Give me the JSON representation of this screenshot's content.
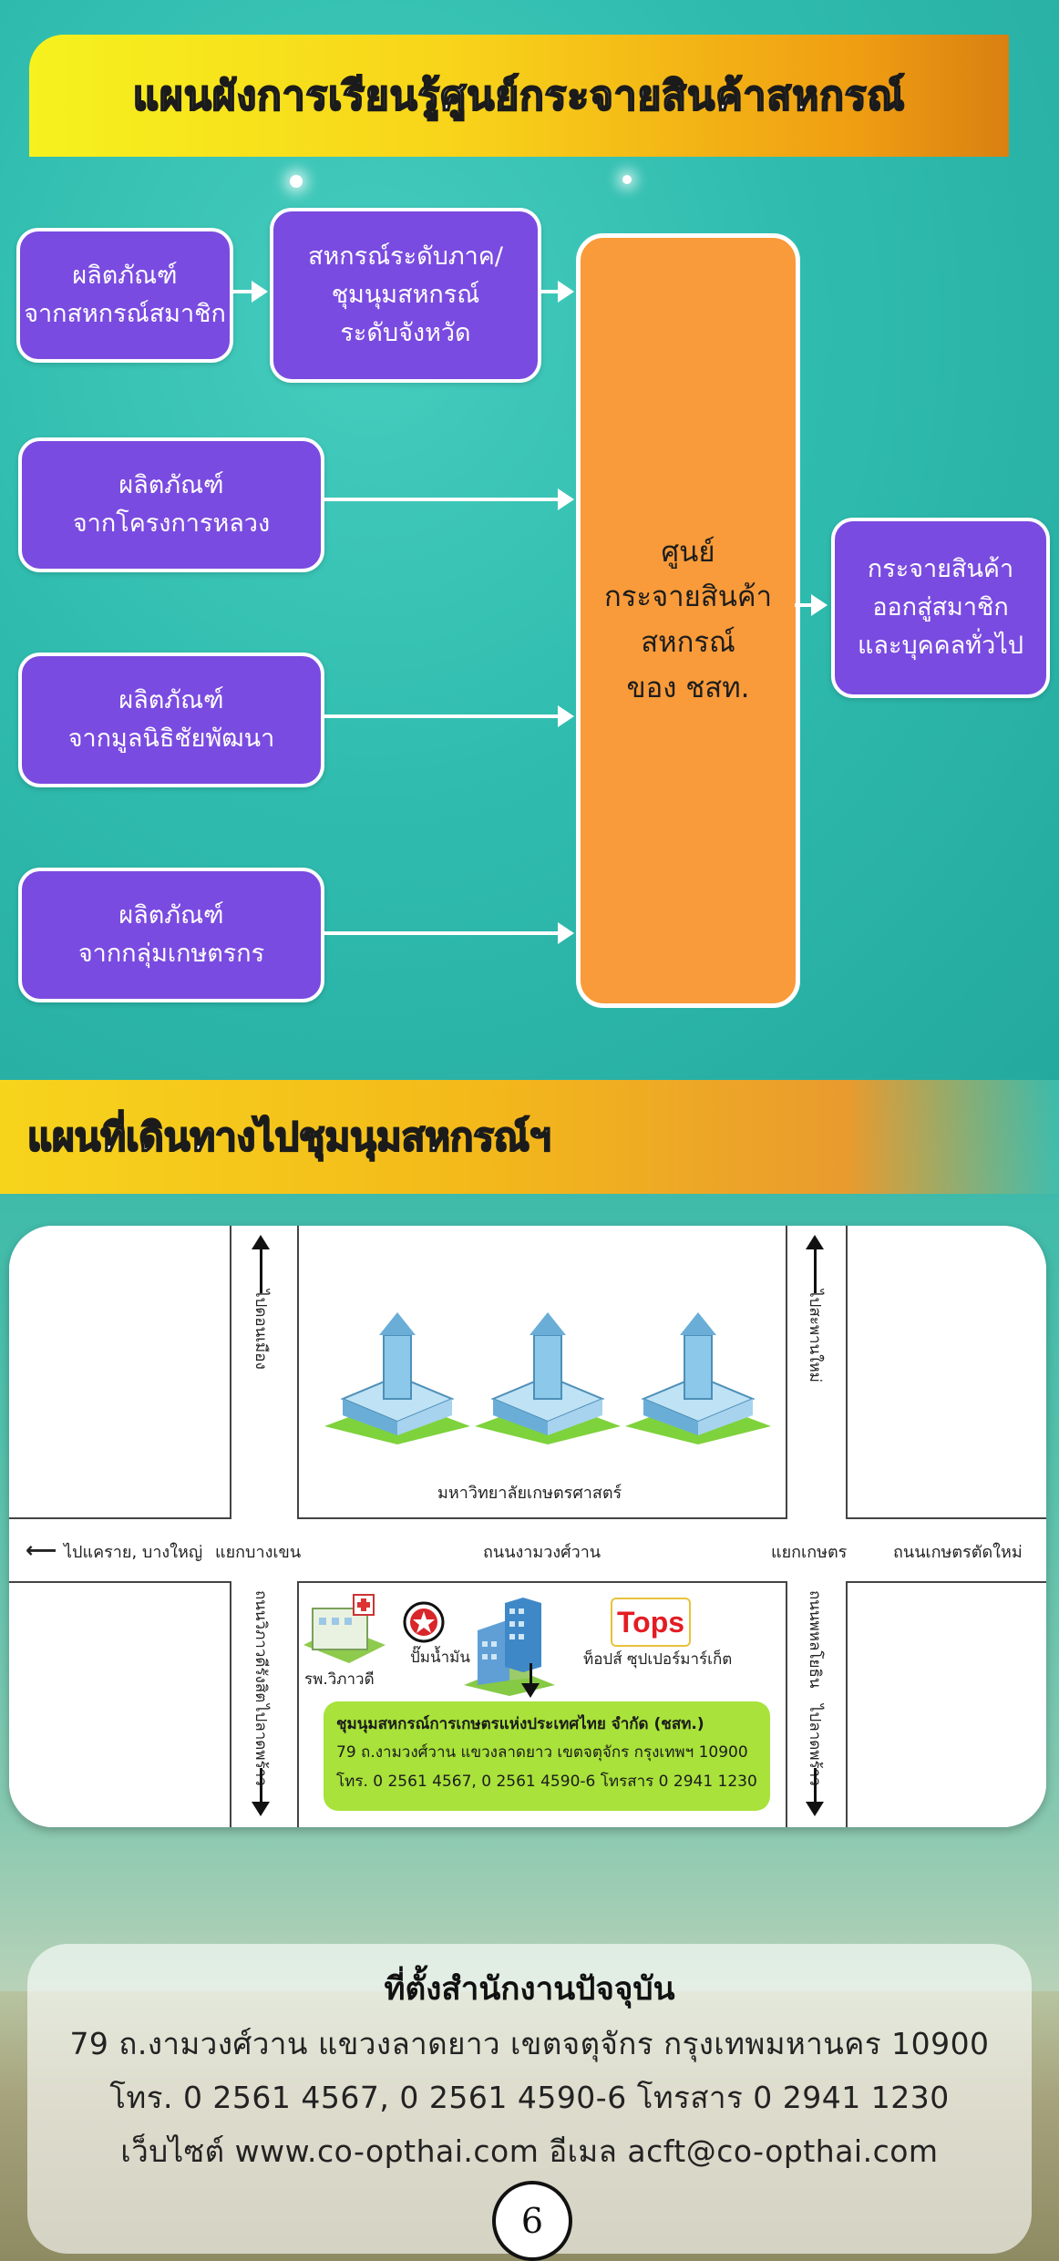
{
  "flow": {
    "title": "แผนผังการเรียนรู้ศูนย์กระจายสินค้าสหกรณ์",
    "sources": [
      {
        "line1": "ผลิตภัณฑ์",
        "line2": "จากสหกรณ์สมาชิก"
      },
      {
        "line1": "ผลิตภัณฑ์",
        "line2": "จากโครงการหลวง"
      },
      {
        "line1": "ผลิตภัณฑ์",
        "line2": "จากมูลนิธิชัยพัฒนา"
      },
      {
        "line1": "ผลิตภัณฑ์",
        "line2": "จากกลุ่มเกษตรกร"
      }
    ],
    "intermediate": {
      "line1": "สหกรณ์ระดับภาค/",
      "line2": "ชุมนุมสหกรณ์",
      "line3": "ระดับจังหวัด"
    },
    "center": {
      "line1": "ศูนย์",
      "line2": "กระจายสินค้า",
      "line3": "สหกรณ์",
      "line4": "ของ ชสท."
    },
    "output": {
      "line1": "กระจายสินค้า",
      "line2": "ออกสู่สมาชิก",
      "line3": "และบุคคลทั่วไป"
    }
  },
  "map": {
    "title": "แผนที่เดินทางไปชุมนุมสหกรณ์ฯ",
    "labels": {
      "to_don_mueang": "ไปดอนเมือง",
      "to_saphan_mai": "ไปสะพานใหม่",
      "university": "มหาวิทยาลัยเกษตรศาสตร์",
      "to_khlai": "ไปแคราย, บางใหญ่",
      "bang_khen_intersection": "แยกบางเขน",
      "ngam_wong_wan_road": "ถนนงามวงศ์วาน",
      "kaset_intersection": "แยกเกษตร",
      "kaset_new_road": "ถนนเกษตรตัดใหม่",
      "vibhavadi_road": "ถนนวิภาวดีรังสิต",
      "phahon_yothin_road": "ถนนพหลโยธิน",
      "to_lat_phrao_left": "ไปลาดพร้าว",
      "to_lat_phrao_right": "ไปลาดพร้าว",
      "hospital": "รพ.วิภาวดี",
      "gas_station": "ปั๊มน้ำมัน",
      "tops_logo": "Tops",
      "tops": "ท็อปส์ ซุปเปอร์มาร์เก็ต"
    },
    "destination": {
      "name": "ชุมนุมสหกรณ์การเกษตรแห่งประเทศไทย จำกัด (ชสท.)",
      "address": "79 ถ.งามวงศ์วาน แขวงลาดยาว เขตจตุจักร กรุงเทพฯ 10900",
      "phone": "โทร. 0 2561 4567, 0 2561 4590-6   โทรสาร 0 2941 1230"
    }
  },
  "footer": {
    "title": "ที่ตั้งสำนักงานปัจจุบัน",
    "address": "79 ถ.งามวงศ์วาน แขวงลาดยาว เขตจตุจักร กรุงเทพมหานคร 10900",
    "phone": "โทร. 0 2561 4567,  0 2561 4590-6   โทรสาร 0 2941 1230",
    "web": "เว็บไซต์ www.co-opthai.com    อีเมล acft@co-opthai.com",
    "page": "6"
  }
}
